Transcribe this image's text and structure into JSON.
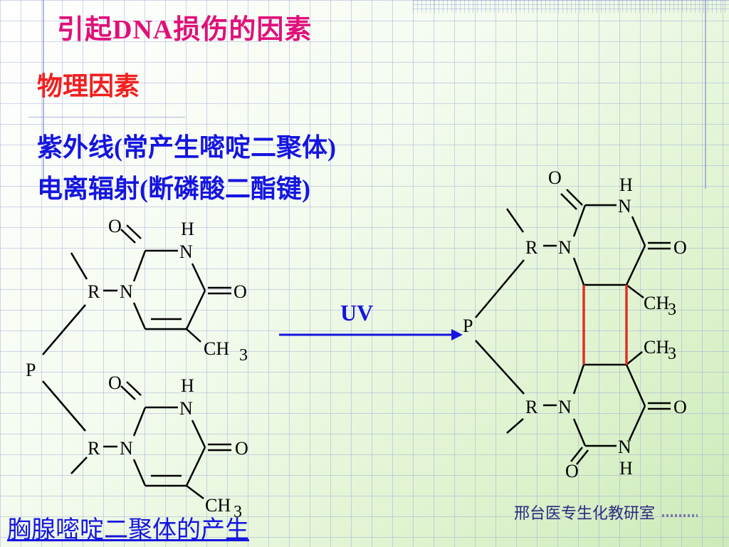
{
  "slide": {
    "title_prefix": "引起",
    "title_latin": "DNA",
    "title_suffix": "损伤的因素",
    "subtitle": "物理因素",
    "line1_main": "紫外线",
    "line1_paren": "(常产生嘧啶二聚体)",
    "line2_main": "电离辐射",
    "line2_paren": "(断磷酸二酯键)",
    "bottom_link": "胸腺嘧啶二聚体的产生",
    "credit": "邢台医专生化教研室"
  },
  "diagram": {
    "atoms": {
      "O": "O",
      "N": "N",
      "H": "H",
      "R": "R",
      "P": "P",
      "CH": "CH",
      "three": "3"
    },
    "arrow_label": "UV",
    "colors": {
      "bond": "#000000",
      "dimer_bond": "#e03020",
      "arrow": "#1515e0"
    }
  }
}
